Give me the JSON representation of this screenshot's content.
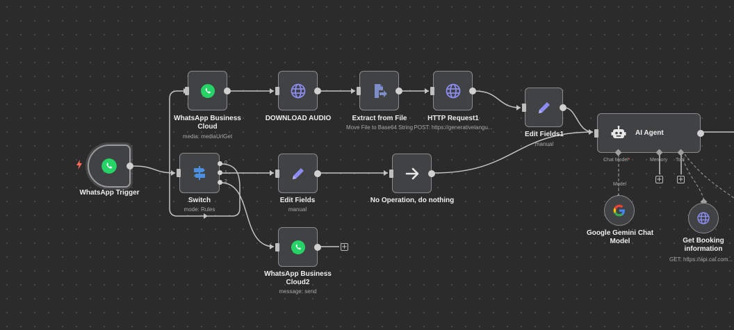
{
  "canvas": {
    "background": "#2b2b2b",
    "accent_whatsapp": "#25d366",
    "accent_node_icon": "#8c8cf0",
    "accent_trigger_bolt": "#ff6d5a"
  },
  "nodes": {
    "whatsapp_trigger": {
      "title": "WhatsApp Trigger",
      "icon": "whatsapp-icon"
    },
    "switch": {
      "title": "Switch",
      "subtitle": "mode: Rules",
      "outputs": [
        "0",
        "1",
        "2"
      ],
      "icon": "switch-icon"
    },
    "whatsapp_business_cloud": {
      "title": "WhatsApp Business Cloud",
      "subtitle": "media: mediaUrlGet",
      "icon": "whatsapp-icon"
    },
    "download_audio": {
      "title": "DOWNLOAD AUDIO",
      "icon": "globe-icon"
    },
    "extract_from_file": {
      "title": "Extract from File",
      "subtitle": "Move File to Base64 String",
      "icon": "file-export-icon"
    },
    "http_request1": {
      "title": "HTTP Request1",
      "subtitle": "POST: https://generativelangu...",
      "icon": "globe-icon"
    },
    "edit_fields1": {
      "title": "Edit Fields1",
      "subtitle": "manual",
      "icon": "pencil-icon"
    },
    "edit_fields": {
      "title": "Edit Fields",
      "subtitle": "manual",
      "icon": "pencil-icon"
    },
    "no_operation": {
      "title": "No Operation, do nothing",
      "icon": "arrow-right-icon"
    },
    "whatsapp_business_cloud2": {
      "title": "WhatsApp Business Cloud2",
      "subtitle": "message: send",
      "icon": "whatsapp-icon"
    },
    "ai_agent": {
      "title": "AI Agent",
      "icon": "robot-icon",
      "ports": {
        "chat_model": "Chat Model",
        "required_mark": "*",
        "memory": "Memory",
        "tool": "Tool"
      }
    },
    "google_gemini": {
      "title": "Google Gemini Chat Model",
      "port_label": "Model",
      "icon": "google-icon"
    },
    "get_booking": {
      "title": "Get Booking information",
      "subtitle": "GET: https://api.cal.com...",
      "icon": "globe-icon"
    }
  },
  "plus_symbol": "+"
}
